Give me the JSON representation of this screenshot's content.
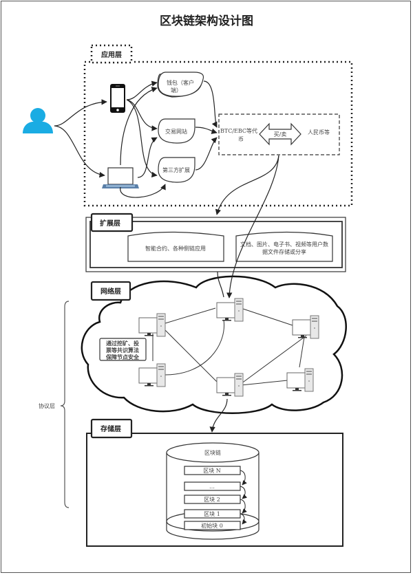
{
  "title": "区块链架构设计图",
  "colors": {
    "user_icon": "#1AACE3",
    "line": "#222222",
    "text": "#333333"
  },
  "application_layer": {
    "label": "应用层",
    "devices": [
      {
        "name": "phone",
        "icon": "smartphone-icon"
      },
      {
        "name": "laptop",
        "icon": "laptop-icon"
      }
    ],
    "nodes": [
      {
        "label_line1": "钱包（客户",
        "label_line2": "端）"
      },
      {
        "label_line1": "交易网站",
        "label_line2": ""
      },
      {
        "label_line1": "第三方扩展",
        "label_line2": ""
      }
    ],
    "exchange": {
      "left_line1": "BTC/EBC等代",
      "left_line2": "币",
      "arrow_label": "买/卖",
      "right": "人民币等"
    }
  },
  "extension_layer": {
    "label": "扩展层",
    "boxes": [
      {
        "line1": "智能合约、各种侧链应用",
        "line2": ""
      },
      {
        "line1": "文档、图片、电子书、视频等用户数",
        "line2": "据文件存储或分享"
      }
    ]
  },
  "network_layer": {
    "label": "网络层",
    "note_lines": [
      "通过挖矿、投",
      "票等共识算法",
      "保障节点安全"
    ],
    "node_count": 6
  },
  "protocol_layer": {
    "label": "协议层"
  },
  "storage_layer": {
    "label": "存储层",
    "cylinder_label": "区块链",
    "blocks": [
      "区块 N",
      "…",
      "区块 2",
      "区块 1",
      "初始块 0"
    ]
  }
}
